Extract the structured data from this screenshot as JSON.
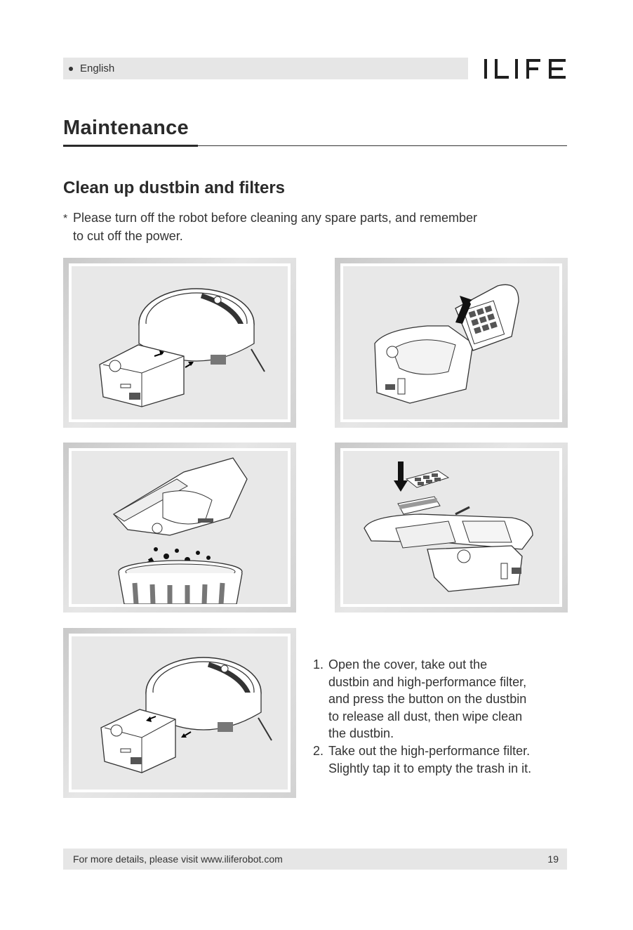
{
  "header": {
    "language": "English",
    "brand": "ILIFE"
  },
  "title": "Maintenance",
  "subtitle": "Clean up dustbin and filters",
  "note": {
    "marker": "*",
    "line1": "Please turn off the robot before cleaning any spare parts, and remember",
    "line2": "to cut off the power."
  },
  "figures": [
    {
      "name": "robot-removing-dustbin"
    },
    {
      "name": "dustbin-open-filter"
    },
    {
      "name": "dustbin-emptying"
    },
    {
      "name": "filter-removal"
    },
    {
      "name": "robot-inserting-dustbin"
    }
  ],
  "steps": [
    {
      "number": "1.",
      "lines": [
        "Open the cover, take out the",
        "dustbin and high-performance filter,",
        "and press the button on the dustbin",
        "to release all dust, then wipe clean",
        "the dustbin."
      ]
    },
    {
      "number": "2.",
      "lines": [
        "Take out the high-performance filter.",
        "Slightly tap it to empty the trash in it."
      ]
    }
  ],
  "footer": {
    "text": "For more details, please visit www.iliferobot.com",
    "page": "19"
  }
}
